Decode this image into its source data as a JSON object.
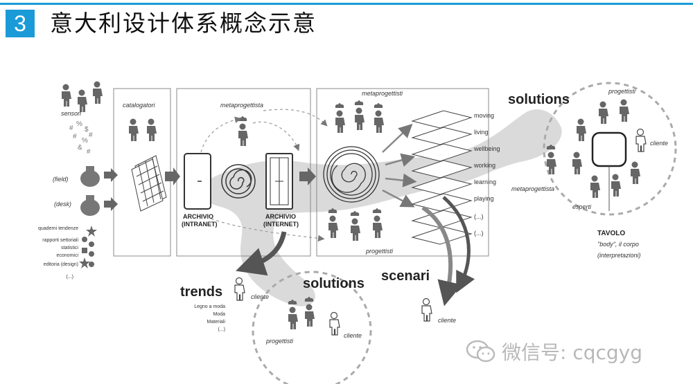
{
  "header": {
    "number": "3",
    "title": "意大利设计体系概念示意",
    "accent": "#1a9bd7"
  },
  "diagram": {
    "labels": {
      "sensori": "sensori",
      "catalogatori": "catalogatori",
      "metaprogettista_top": "metaprogettista",
      "metaprogettisti": "metaprogettisti",
      "solutions_top": "solutions",
      "progettisti_right": "progettisti",
      "cliente_right": "cliente",
      "metaprogettista_right": "metaprogettista",
      "esperti": "esperti",
      "tavolo": "TAVOLO",
      "tavolo_sub1": "\"body\", il corpo",
      "tavolo_sub2": "(interpretazioni)",
      "field": "(field)",
      "desk": "(desk)",
      "archivio_intranet_1": "ARCHIVIO",
      "archivio_intranet_2": "(INTRANET)",
      "archivio_internet_1": "ARCHIVIO",
      "archivio_internet_2": "(INTERNET)",
      "progettisti_mid": "progettisti",
      "trends": "trends",
      "cliente_trends": "cliente",
      "solutions_bottom": "solutions",
      "progettisti_bottom": "progettisti",
      "cliente_bottom": "cliente",
      "scenari": "scenari",
      "cliente_scenari": "cliente"
    },
    "desk_sources": [
      "quaderni tendenze",
      "rapporti settoriali",
      "statistici",
      "economici",
      "editoria (design)",
      "(...)"
    ],
    "layers": [
      "moving",
      "living",
      "wellbeing",
      "working",
      "learning",
      "playing",
      "(...)",
      "(...)"
    ],
    "trend_items": [
      "Legno a moda",
      "Moda",
      "Materiali",
      "(...)"
    ]
  },
  "watermark": {
    "text": "微信号: cqcgyg"
  }
}
